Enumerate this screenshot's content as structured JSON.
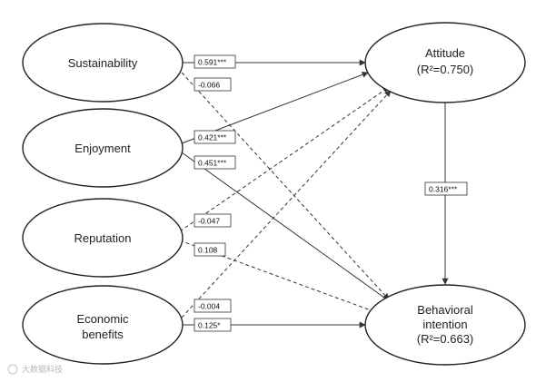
{
  "nodes": {
    "sustainability": {
      "label": "Sustainability"
    },
    "enjoyment": {
      "label": "Enjoyment"
    },
    "reputation": {
      "label": "Reputation"
    },
    "economic": {
      "line1": "Economic",
      "line2": "benefits"
    },
    "attitude": {
      "line1": "Attitude",
      "line2": "(R²=0.750)"
    },
    "intention": {
      "line1": "Behavioral",
      "line2": "intention",
      "line3": "(R²=0.663)"
    }
  },
  "paths": {
    "sus_att": {
      "coef": "0.591***",
      "style": "solid"
    },
    "sus_int": {
      "coef": "-0.066",
      "style": "dashed"
    },
    "enj_att": {
      "coef": "0.421***",
      "style": "solid"
    },
    "enj_int": {
      "coef": "0.451***",
      "style": "solid"
    },
    "rep_att": {
      "coef": "-0.047",
      "style": "dashed"
    },
    "rep_int": {
      "coef": "0.108",
      "style": "dashed"
    },
    "eco_att": {
      "coef": "-0.004",
      "style": "dashed"
    },
    "eco_int": {
      "coef": "0.125*",
      "style": "solid"
    },
    "att_int": {
      "coef": "0.316***",
      "style": "solid"
    }
  },
  "watermark": "大数据科技"
}
